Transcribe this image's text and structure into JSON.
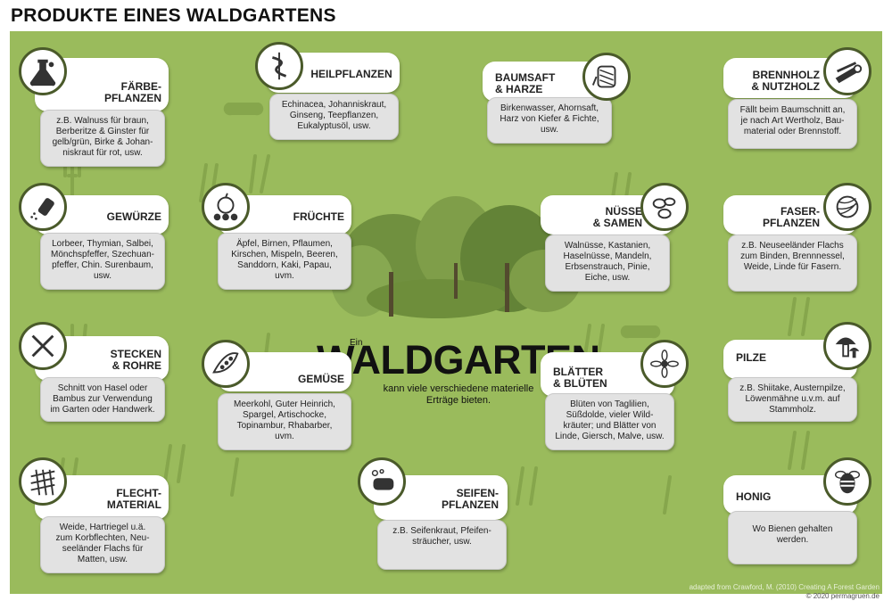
{
  "title": "PRODUKTE EINES WALDGARTENS",
  "center": {
    "kicker": "Ein",
    "title": "WALDGARTEN",
    "subtitle": "kann viele verschiedene materielle Erträge bieten."
  },
  "cards": [
    {
      "id": "faerbepflanzen",
      "icon": "dye-flask-icon",
      "title": "FÄRBE-\nPFLANZEN",
      "text": "z.B. Walnuss für braun,\nBerberitze & Ginster für\ngelb/grün, Birke & Johan-\nniskraut für rot, usw."
    },
    {
      "id": "heilpflanzen",
      "icon": "caduceus-icon",
      "title": "HEILPFLANZEN",
      "text": "Echinacea, Johanniskraut,\nGinseng, Teepflanzen,\nEukalyptusöl, usw."
    },
    {
      "id": "baumsaft",
      "icon": "tree-tap-icon",
      "title": "BAUMSAFT\n& HARZE",
      "text": "Birkenwasser, Ahornsaft,\nHarz von Kiefer & Fichte,\nusw."
    },
    {
      "id": "brennholz",
      "icon": "firewood-icon",
      "title": "BRENNHOLZ\n& NUTZHOLZ",
      "text": "Fällt beim Baumschnitt an,\nje nach Art Wertholz, Bau-\nmaterial oder Brennstoff."
    },
    {
      "id": "gewuerze",
      "icon": "spice-shaker-icon",
      "title": "GEWÜRZE",
      "text": "Lorbeer, Thymian, Salbei,\nMönchspfeffer, Szechuan-\npfeffer, Chin. Surenbaum,\nusw."
    },
    {
      "id": "fruechte",
      "icon": "fruit-icon",
      "title": "FRÜCHTE",
      "text": "Äpfel, Birnen, Pflaumen,\nKirschen, Mispeln, Beeren,\nSanddorn, Kaki, Papau,\nuvm."
    },
    {
      "id": "nuesse",
      "icon": "nuts-icon",
      "title": "NÜSSE\n& SAMEN",
      "text": "Walnüsse, Kastanien,\nHaselnüsse, Mandeln,\nErbsenstrauch, Pinie,\nEiche, usw."
    },
    {
      "id": "faserpflanzen",
      "icon": "yarn-ball-icon",
      "title": "FASER-\nPFLANZEN",
      "text": "z.B. Neuseeländer Flachs\nzum Binden, Brennnessel,\nWeide, Linde für Fasern."
    },
    {
      "id": "stecken",
      "icon": "canes-icon",
      "title": "STECKEN\n& ROHRE",
      "text": "Schnitt von Hasel oder\nBambus zur Verwendung\nim Garten oder Handwerk."
    },
    {
      "id": "gemuese",
      "icon": "pea-pod-icon",
      "title": "GEMÜSE",
      "text": "Meerkohl, Guter Heinrich,\nSpargel, Artischocke,\nTopinambur, Rhabarber,\nuvm."
    },
    {
      "id": "blaetter",
      "icon": "leaf-flower-icon",
      "title": "BLÄTTER\n& BLÜTEN",
      "text": "Blüten von Taglilien,\nSüßdolde, vieler Wild-\nkräuter; und Blätter von\nLinde, Giersch, Malve, usw."
    },
    {
      "id": "pilze",
      "icon": "mushroom-icon",
      "title": "PILZE",
      "text": "z.B. Shiitake, Austernpilze,\nLöwenmähne u.v.m. auf\nStammholz."
    },
    {
      "id": "flechtmaterial",
      "icon": "weave-icon",
      "title": "FLECHT-\nMATERIAL",
      "text": "Weide, Hartriegel u.ä.\nzum Korbflechten, Neu-\nseeländer Flachs für\nMatten, usw."
    },
    {
      "id": "seifenpflanzen",
      "icon": "soap-icon",
      "title": "SEIFEN-\nPFLANZEN",
      "text": "z.B. Seifenkraut, Pfeifen-\nsträucher, usw."
    },
    {
      "id": "honig",
      "icon": "bee-icon",
      "title": "HONIG",
      "text": "Wo Bienen gehalten\nwerden."
    }
  ],
  "credit": "adapted from Crawford, M. (2010) Creating A Forest Garden",
  "copyright": "© 2020 permagruen.de"
}
